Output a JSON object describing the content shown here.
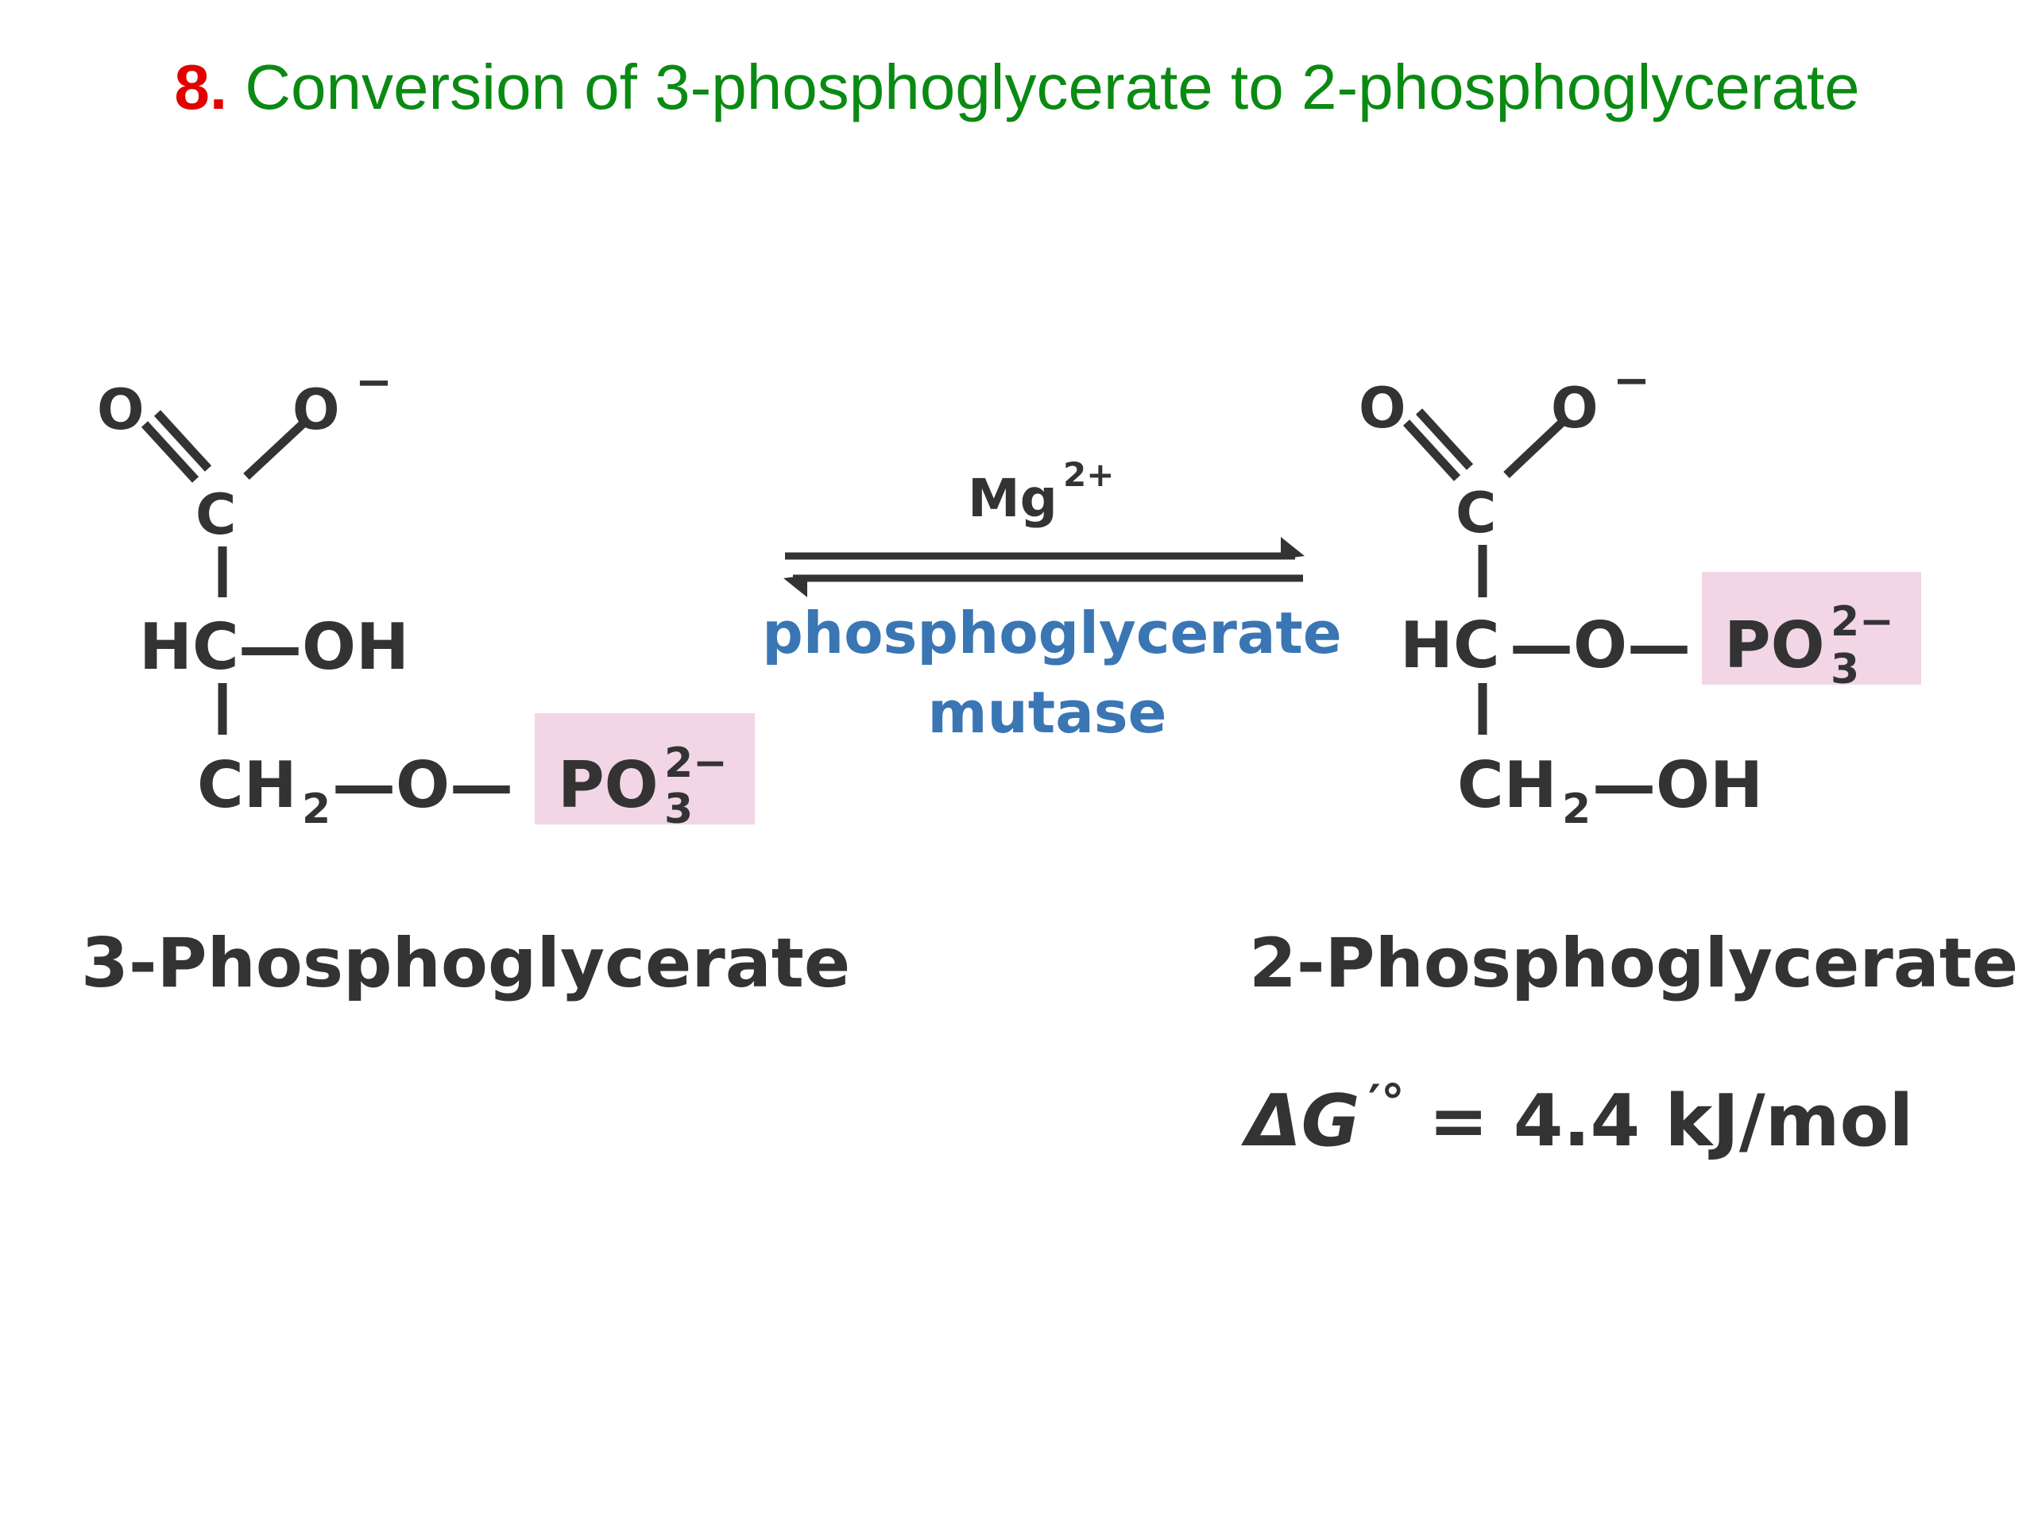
{
  "title": {
    "number": "8.",
    "text": "Conversion of 3-phosphoglycerate to 2-phosphoglycerate"
  },
  "reactant": {
    "name": "3-Phosphoglycerate",
    "atoms": {
      "o_double": "O",
      "o_minus": "O",
      "charge_minus": "−",
      "c_carboxyl": "C",
      "hc": "HC",
      "oh": "—OH",
      "ch": "CH",
      "sub2": "2",
      "ch2_rest": "—O—",
      "po": "PO",
      "po_sub": "3",
      "po_sup": "2−"
    }
  },
  "product": {
    "name": "2-Phosphoglycerate",
    "atoms": {
      "o_double": "O",
      "o_minus": "O",
      "charge_minus": "−",
      "c_carboxyl": "C",
      "hc": "HC",
      "hc_rest": "—O—",
      "po": "PO",
      "po_sub": "3",
      "po_sup": "2−",
      "ch": "CH",
      "sub2": "2",
      "oh": "—OH"
    }
  },
  "reaction": {
    "cofactor": "Mg",
    "cofactor_charge": "2+",
    "enzyme_line1": "phosphoglycerate",
    "enzyme_line2": "mutase"
  },
  "energy": {
    "delta": "ΔG",
    "prime_degree": "′°",
    "equals_value": "= 4.4 kJ/mol"
  },
  "colors": {
    "title_number": "#e30000",
    "title_text": "#0b8a13",
    "enzyme": "#3a76b4",
    "highlight": "#f2d6e6",
    "structure": "#333333"
  }
}
